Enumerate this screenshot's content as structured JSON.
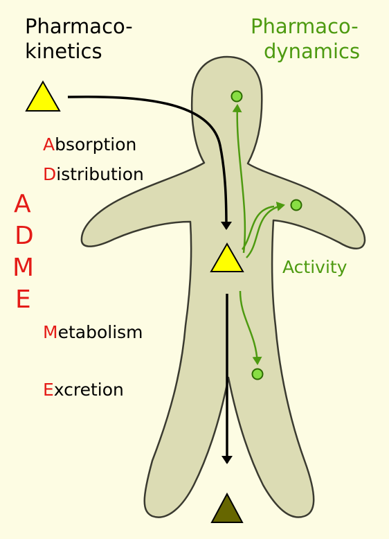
{
  "pharmacokinetics": {
    "line1": "Pharmaco-",
    "line2": "kinetics"
  },
  "pharmacodynamics": {
    "line1": "Pharmaco-",
    "line2": "dynamics"
  },
  "activity": "Activity",
  "adme_letters": [
    "A",
    "D",
    "M",
    "E"
  ],
  "steps": [
    {
      "first": "A",
      "rest": "bsorption"
    },
    {
      "first": "D",
      "rest": "istribution"
    },
    {
      "first": "M",
      "rest": "etabolism"
    },
    {
      "first": "E",
      "rest": "xcretion"
    }
  ],
  "colors": {
    "background": "#fdfce3",
    "body_fill": "#dcdcb4",
    "body_stroke": "#3a3a30",
    "drug_triangle": "#ffff00",
    "metabolite_triangle": "#666600",
    "pharmacodynamics_green": "#4d9a10",
    "receptor_dot": "#88dd44",
    "adme_red": "#e41b17"
  }
}
